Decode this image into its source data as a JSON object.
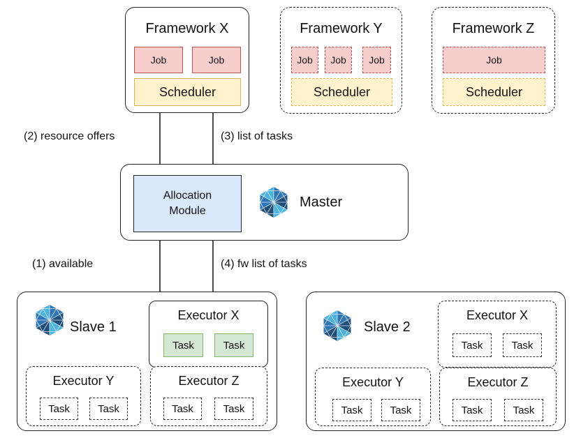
{
  "frameworks": {
    "x": {
      "title": "Framework X",
      "jobs": [
        "Job",
        "Job"
      ],
      "scheduler": "Scheduler"
    },
    "y": {
      "title": "Framework Y",
      "jobs": [
        "Job",
        "Job",
        "Job"
      ],
      "scheduler": "Scheduler"
    },
    "z": {
      "title": "Framework Z",
      "jobs": [
        "Job"
      ],
      "scheduler": "Scheduler"
    }
  },
  "edges": {
    "resource_offers": "(2) resource offers",
    "list_of_tasks": "(3) list of tasks",
    "available": "(1) available",
    "fw_list_of_tasks": "(4) fw list of tasks"
  },
  "master": {
    "label": "Master",
    "allocation_module": {
      "line1": "Allocation",
      "line2": "Module"
    }
  },
  "slave1": {
    "label": "Slave 1",
    "executor_x": {
      "title": "Executor X",
      "tasks": [
        "Task",
        "Task"
      ]
    },
    "executor_y": {
      "title": "Executor Y",
      "tasks": [
        "Task",
        "Task"
      ]
    },
    "executor_z": {
      "title": "Executor Z",
      "tasks": [
        "Task",
        "Task"
      ]
    }
  },
  "slave2": {
    "label": "Slave 2",
    "executor_x": {
      "title": "Executor X",
      "tasks": [
        "Task",
        "Task"
      ]
    },
    "executor_y": {
      "title": "Executor Y",
      "tasks": [
        "Task",
        "Task"
      ]
    },
    "executor_z": {
      "title": "Executor Z",
      "tasks": [
        "Task",
        "Task"
      ]
    }
  },
  "colors": {
    "job_fill": "#f8cecc",
    "job_border": "#b85450",
    "scheduler_fill": "#fff2cc",
    "scheduler_border": "#d6b656",
    "allocation_fill": "#dae8fc",
    "active_task_fill": "#d5e8d4",
    "active_task_border": "#82b366",
    "logo_dark": "#1f4e79",
    "logo_light": "#4ab3e0"
  },
  "icons": {
    "mesos_logo": "hexagon-mesos-icon",
    "arrow": "arrow-head-icon"
  }
}
